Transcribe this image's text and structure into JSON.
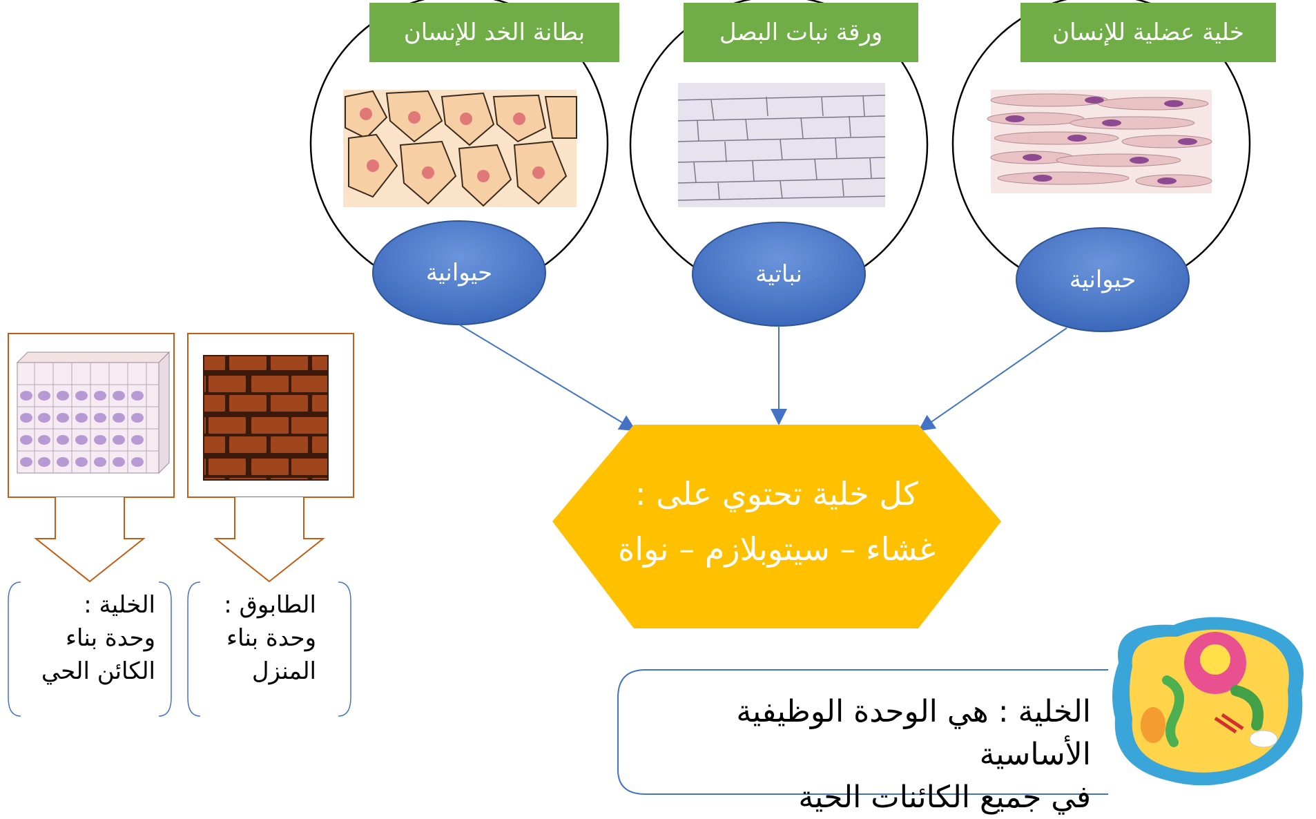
{
  "cells": [
    {
      "title": "بطانة الخد للإنسان",
      "type": "حيوانية",
      "image_icon": "cheek-epithelium-cells-image"
    },
    {
      "title": "ورقة نبات البصل",
      "type": "نباتية",
      "image_icon": "onion-epidermis-cells-image"
    },
    {
      "title": "خلية عضلية للإنسان",
      "type": "حيوانية",
      "image_icon": "human-muscle-cells-image"
    }
  ],
  "center": {
    "line1": "كل خلية تحتوي على :",
    "line2": "غشاء – سيتوبلازم – نواة"
  },
  "analogy": {
    "brick": {
      "line1": "الطابوق :",
      "line2": "وحدة بناء",
      "line3": "المنزل",
      "image_icon": "brick-wall-image"
    },
    "cell": {
      "line1": "الخلية :",
      "line2": "وحدة بناء",
      "line3": "الكائن الحي",
      "image_icon": "tissue-cells-image"
    }
  },
  "definition": {
    "line1": "الخلية : هي الوحدة الوظيفية الأساسية",
    "line2": "في جميع الكائنات الحية",
    "image_icon": "animal-cell-3d-image"
  },
  "colors": {
    "green": "#70ad47",
    "blue_oval": "#4472c4",
    "hexagon": "#ffc000",
    "arrow": "#4472c4",
    "orange_border": "#c55a11"
  }
}
